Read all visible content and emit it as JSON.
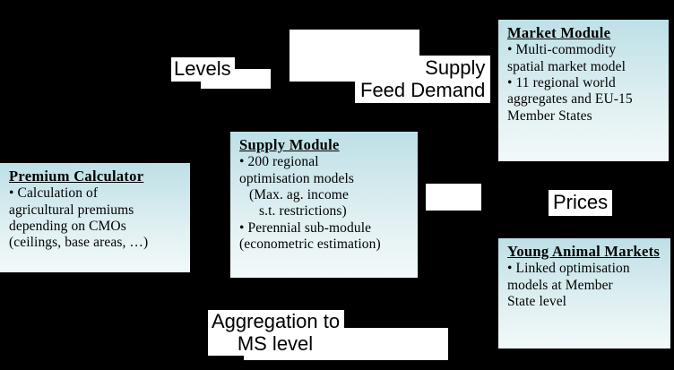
{
  "diagram": {
    "title": "CAPRI model structure flow diagram",
    "background_color": "#000000",
    "box_gradient_top": "#bde0e6",
    "box_gradient_bottom": "#f2f9fa",
    "label_plate_color": "#ffffff",
    "text_color": "#000000"
  },
  "boxes": {
    "premium_calculator": {
      "title": "Premium Calculator",
      "lines": [
        "• Calculation of",
        "agricultural premiums",
        "depending on CMOs",
        "(ceilings, base areas, …)"
      ]
    },
    "supply_module": {
      "title": "Supply Module",
      "lines": [
        "• 200 regional",
        "optimisation models",
        "(Max. ag. income",
        "s.t. restrictions)",
        "• Perennial sub-module",
        "(econometric estimation)"
      ]
    },
    "market_module": {
      "title": "Market Module",
      "lines": [
        "• Multi-commodity",
        "spatial market model",
        "• 11 regional world",
        "aggregates and EU-15",
        "Member States"
      ]
    },
    "young_animal_markets": {
      "title": "Young Animal Markets",
      "lines": [
        "• Linked optimisation",
        "models at Member",
        "State level"
      ]
    }
  },
  "connector_labels": {
    "levels": "Levels",
    "supply_feed_demand_line1": "Supply",
    "supply_feed_demand_line2": "Feed Demand",
    "prices": "Prices",
    "aggregation_line1": "Aggregation to",
    "aggregation_line2": "MS level"
  }
}
